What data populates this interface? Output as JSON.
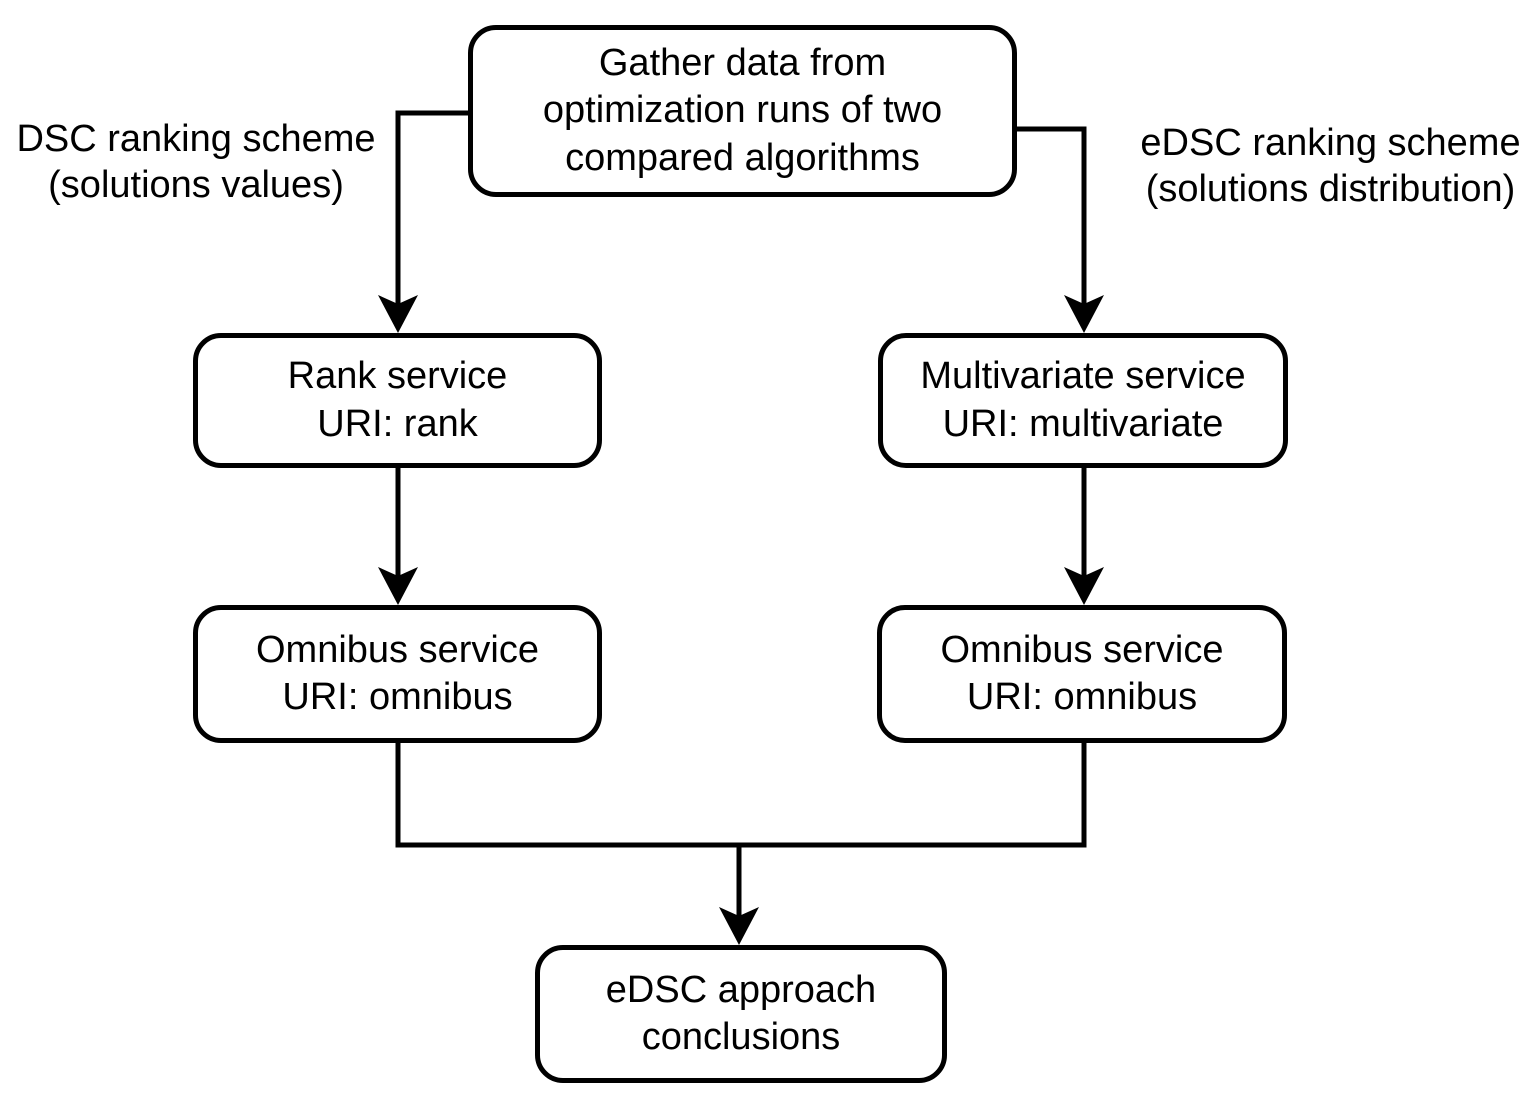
{
  "diagram": {
    "background_color": "#ffffff",
    "line_color": "#000000",
    "nodes": {
      "gather": {
        "lines": [
          "Gather data from",
          "optimization runs of two",
          "compared algorithms"
        ]
      },
      "rank": {
        "lines": [
          "Rank service",
          "URI: rank"
        ]
      },
      "multivariate": {
        "lines": [
          "Multivariate service",
          "URI: multivariate"
        ]
      },
      "omnibus_left": {
        "lines": [
          "Omnibus service",
          "URI: omnibus"
        ]
      },
      "omnibus_right": {
        "lines": [
          "Omnibus service",
          "URI: omnibus"
        ]
      },
      "conclusions": {
        "lines": [
          "eDSC approach",
          "conclusions"
        ]
      }
    },
    "labels": {
      "dsc": {
        "lines": [
          "DSC ranking scheme",
          "(solutions values)"
        ]
      },
      "edsc": {
        "lines": [
          "eDSC ranking scheme",
          "(solutions distribution)"
        ]
      }
    }
  }
}
